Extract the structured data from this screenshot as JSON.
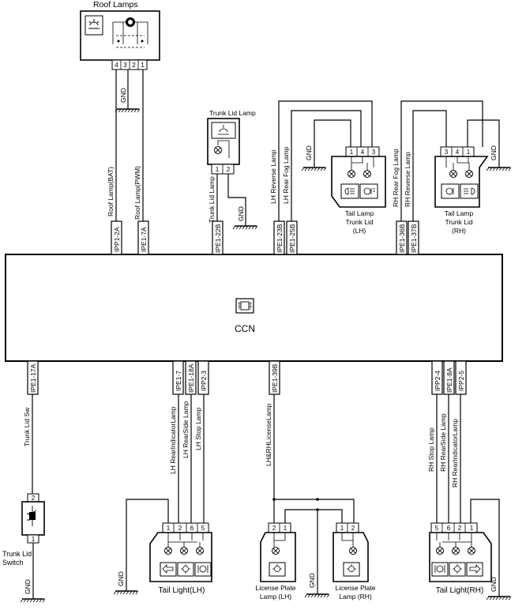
{
  "ccn": {
    "label": "CCN"
  },
  "roof_lamps": {
    "title": "Roof Lamps",
    "pins": [
      "4",
      "3",
      "2",
      "1"
    ],
    "gnd": "GND",
    "wire_bat": "Roof Lamp(BAT)",
    "wire_pwm": "Roof Lamp(PWM)",
    "conn_bat": "IPP1-2A",
    "conn_pwm": "IPE1-7A"
  },
  "trunk_lid_lamp": {
    "title": "Trunk Lid Lamp",
    "pins": [
      "1",
      "2"
    ],
    "wire": "Trunk Lid Lamp",
    "conn": "IPE1-22B",
    "gnd": "GND"
  },
  "tail_lamp_lh": {
    "title_lines": [
      "Tail Lamp",
      "Trunk Lid",
      "(LH)"
    ],
    "pins": [
      "1",
      "4",
      "3"
    ],
    "gnd": "GND",
    "wire_reverse": "LH Reverse Lamp",
    "wire_fog": "LH Rear Fog Lamp",
    "conn_reverse": "IPE1-23B",
    "conn_fog": "IPE1-25B"
  },
  "tail_lamp_rh": {
    "title_lines": [
      "Tail Lamp",
      "Trunk Lid",
      "(RH)"
    ],
    "pins": [
      "3",
      "4",
      "1"
    ],
    "gnd": "GND",
    "wire_fog": "RH Rear Fog Lamp",
    "wire_reverse": "RH Reverse Lamp",
    "conn_fog": "IPE1-36B",
    "conn_reverse": "IPE1-37B"
  },
  "trunk_lid_switch": {
    "title_lines": [
      "Trunk Lid",
      "Switch"
    ],
    "pins": [
      "2",
      "1"
    ],
    "wire": "Trunk Lid Sw",
    "conn": "IPE1-17A",
    "gnd": "GND"
  },
  "tail_light_lh": {
    "title": "Tail Light(LH)",
    "pins": [
      "1",
      "2",
      "6",
      "5"
    ],
    "gnd": "GND",
    "wire_indicator": "LH RearIndicatorLamp",
    "wire_side": "LH RearSide Lamp",
    "wire_stop": "LH Stop Lamp",
    "conn_indicator": "IPE1-7",
    "conn_side": "IPE1-18A",
    "conn_stop": "IPP2-3"
  },
  "license_plate": {
    "wire": "LH&RHLicenseLamp",
    "conn": "IPE1-39B",
    "lh_title_lines": [
      "License Plate",
      "Lamp (LH)"
    ],
    "rh_title_lines": [
      "License Plate",
      "Lamp (RH)"
    ],
    "lh_pins": [
      "2",
      "1"
    ],
    "rh_pins": [
      "1",
      "2"
    ],
    "gnd": "GND"
  },
  "tail_light_rh": {
    "title": "Tail Light(RH)",
    "pins": [
      "5",
      "6",
      "2",
      "1"
    ],
    "gnd": "GND",
    "wire_stop": "RH Stop Lamp",
    "wire_side": "RH RearSide Lamp",
    "wire_indicator": "RH RearIndicatorLamp",
    "conn_stop": "IPP2-4",
    "conn_side": "IPE1-8A",
    "conn_indicator": "IPP2-5"
  }
}
